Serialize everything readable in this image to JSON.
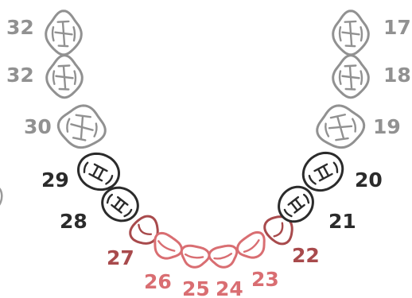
{
  "colors": {
    "gray": "#919191",
    "dark": "#2b2b2b",
    "red": "#a84a4c",
    "red_light": "#d96e72"
  },
  "teeth": [
    {
      "number": "32",
      "color": "gray",
      "kind": "molar"
    },
    {
      "number": "32",
      "color": "gray",
      "kind": "molar"
    },
    {
      "number": "30",
      "color": "gray",
      "kind": "molar"
    },
    {
      "number": "29",
      "color": "dark",
      "kind": "premolar"
    },
    {
      "number": "28",
      "color": "dark",
      "kind": "premolar"
    },
    {
      "number": "27",
      "color": "red",
      "kind": "canine"
    },
    {
      "number": "26",
      "color": "red_light",
      "kind": "incisor"
    },
    {
      "number": "25",
      "color": "red_light",
      "kind": "incisor"
    },
    {
      "number": "24",
      "color": "red_light",
      "kind": "incisor"
    },
    {
      "number": "23",
      "color": "red_light",
      "kind": "incisor"
    },
    {
      "number": "22",
      "color": "red",
      "kind": "canine"
    },
    {
      "number": "21",
      "color": "dark",
      "kind": "premolar"
    },
    {
      "number": "20",
      "color": "dark",
      "kind": "premolar"
    },
    {
      "number": "19",
      "color": "gray",
      "kind": "molar"
    },
    {
      "number": "18",
      "color": "gray",
      "kind": "molar"
    },
    {
      "number": "17",
      "color": "gray",
      "kind": "molar"
    }
  ]
}
